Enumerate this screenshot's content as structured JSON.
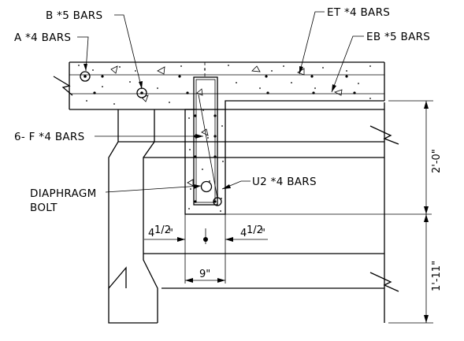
{
  "labels": {
    "b_bars": "B *5 BARS",
    "a_bars": "A *4 BARS",
    "et_bars": "ET *4 BARS",
    "eb_bars": "EB *5 BARS",
    "f_bars": "6- F *4 BARS",
    "u2_bars": "U2 *4 BARS",
    "diaphragm_bolt_1": "DIAPHRAGM",
    "diaphragm_bolt_2": "BOLT"
  },
  "dimensions": {
    "left_offset_whole": "4",
    "left_offset_frac": "1/2",
    "right_offset_whole": "4",
    "right_offset_frac": "1/2",
    "diaphragm_width": "9\"",
    "upper_height": "2'-0\"",
    "lower_height": "1'-11\""
  },
  "inch_mark": "\""
}
